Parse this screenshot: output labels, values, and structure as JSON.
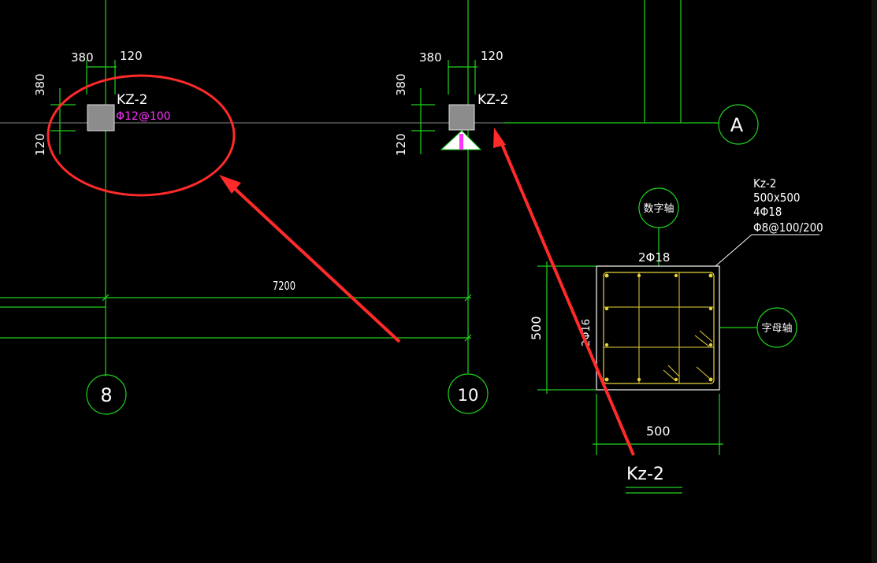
{
  "colors": {
    "background": "#000000",
    "grid": "#1fd41f",
    "axis_line": "#8a8a8a",
    "text": "#ffffff",
    "rebar_note": "#ff33ff",
    "rebar": "#e6d23a",
    "annotation": "#ff2a2a",
    "column_fill": "#8c8c8c"
  },
  "plan": {
    "left_column": {
      "label": "KZ-2",
      "rebar_note": "Φ12@100",
      "dim_top_left": "380",
      "dim_top_right": "120",
      "dim_side_upper": "380",
      "dim_side_lower": "120"
    },
    "right_column": {
      "label": "KZ-2",
      "dim_top_left": "380",
      "dim_top_right": "120",
      "dim_side_upper": "380",
      "dim_side_lower": "120"
    },
    "span_dimension": "7200",
    "axis_8": "8",
    "axis_10": "10",
    "axis_A": "A"
  },
  "detail": {
    "callout_name": "Kz-2",
    "callout_size": "500x500",
    "callout_corner_bars": "4Φ18",
    "callout_stirrups": "Φ8@100/200",
    "num_axis_label": "数字轴",
    "letter_axis_label": "字母轴",
    "top_bars": "2Φ18",
    "side_bars": "2Φ16",
    "height_dim": "500",
    "width_dim": "500",
    "title": "Kz-2"
  }
}
